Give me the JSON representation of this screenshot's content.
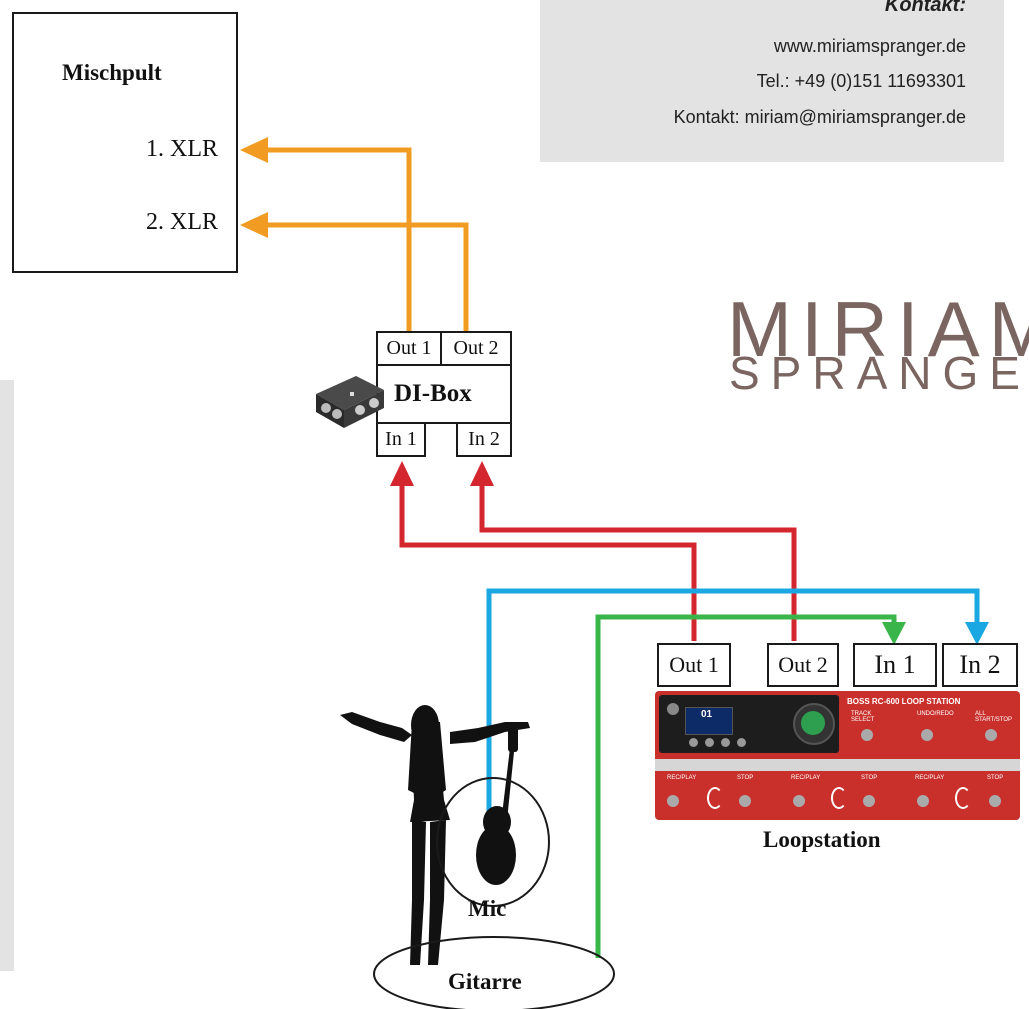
{
  "mixer": {
    "title": "Mischpult",
    "xlr1": "1. XLR",
    "xlr2": "2. XLR"
  },
  "contact": {
    "heading": "Kontakt:",
    "web": "www.miriamspranger.de",
    "tel": "Tel.: +49 (0)151 11693301",
    "mail": "Kontakt: miriam@miriamspranger.de"
  },
  "logo": {
    "line1": "MIRIAM",
    "line2": "SPRANGER"
  },
  "dibox": {
    "label": "DI-Box",
    "out1": "Out 1",
    "out2": "Out 2",
    "in1": "In 1",
    "in2": "In 2"
  },
  "loopstation": {
    "label": "Loopstation",
    "out1": "Out 1",
    "out2": "Out 2",
    "in1": "In 1",
    "in2": "In 2",
    "device": {
      "brand": "BOSS RC-600 LOOP STATION",
      "display_number": "01",
      "track_select": "TRACK SELECT",
      "undo_redo": "UNDO/REDO",
      "all_start_stop": "ALL START/STOP",
      "rec_play": "REC/PLAY",
      "stop": "STOP"
    }
  },
  "sources": {
    "mic": "Mic",
    "guitar": "Gitarre"
  },
  "wire_colors": {
    "mixer_lines": "#f29b22",
    "di_lines": "#d3262e",
    "mic_line": "#1ba7e1",
    "guitar_line": "#3ab54a"
  }
}
